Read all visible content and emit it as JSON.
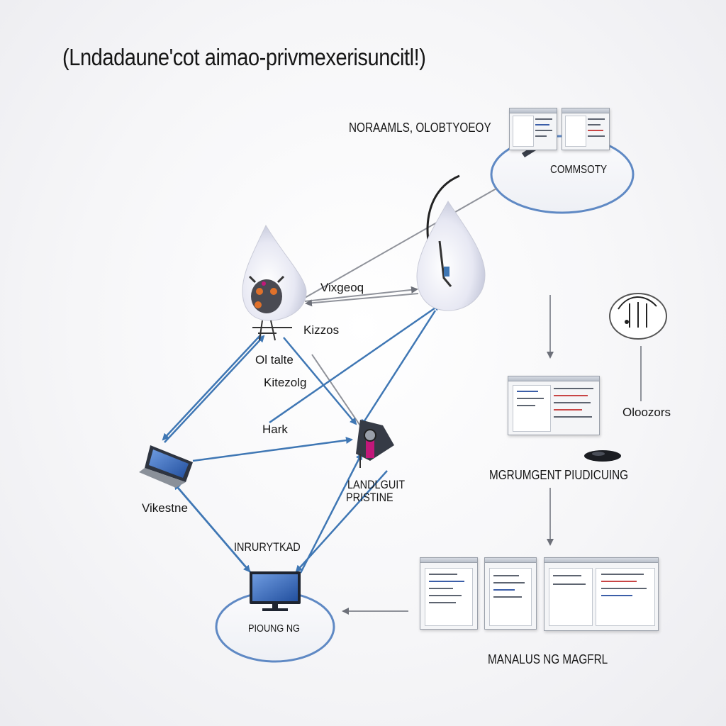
{
  "title": "(Lndadaune'cot aimao-privmexerisuncitl!)",
  "labels": {
    "top_caption": "NORAAMLS, OLOBTYOEOY",
    "community": "COMMSOTY",
    "vixgeog": "Vixgeoq",
    "kizzos": "Kizzos",
    "oltalte": "Ol talte",
    "kitezolg": "Kitezolg",
    "hark": "Hark",
    "landlguit": "LANDLGUIT",
    "pristine": "PRISTINE",
    "vikestne": "Vikestne",
    "inrurytkad": "INRURYTKAD",
    "pioungng": "PIOUNG NG",
    "oloozors": "Oloozors",
    "mgrumgent": "MGRUMGENT PIUDICUING",
    "manalus": "MANALUS NG MAGFRL"
  },
  "colors": {
    "arrow_blue": "#3f77b4",
    "arrow_gray": "#8f929a",
    "platform_ring": "#5f89c4",
    "accent_magenta": "#c2187a",
    "accent_orange": "#e0712b"
  },
  "icons": {
    "droplet_left": "water-drop-with-robot",
    "droplet_right": "water-drop",
    "laptop": "laptop-icon",
    "monitor": "monitor-icon",
    "router": "network-device-icon",
    "sensor": "sensor-wire-icon",
    "mouse": "mouse-icon"
  }
}
